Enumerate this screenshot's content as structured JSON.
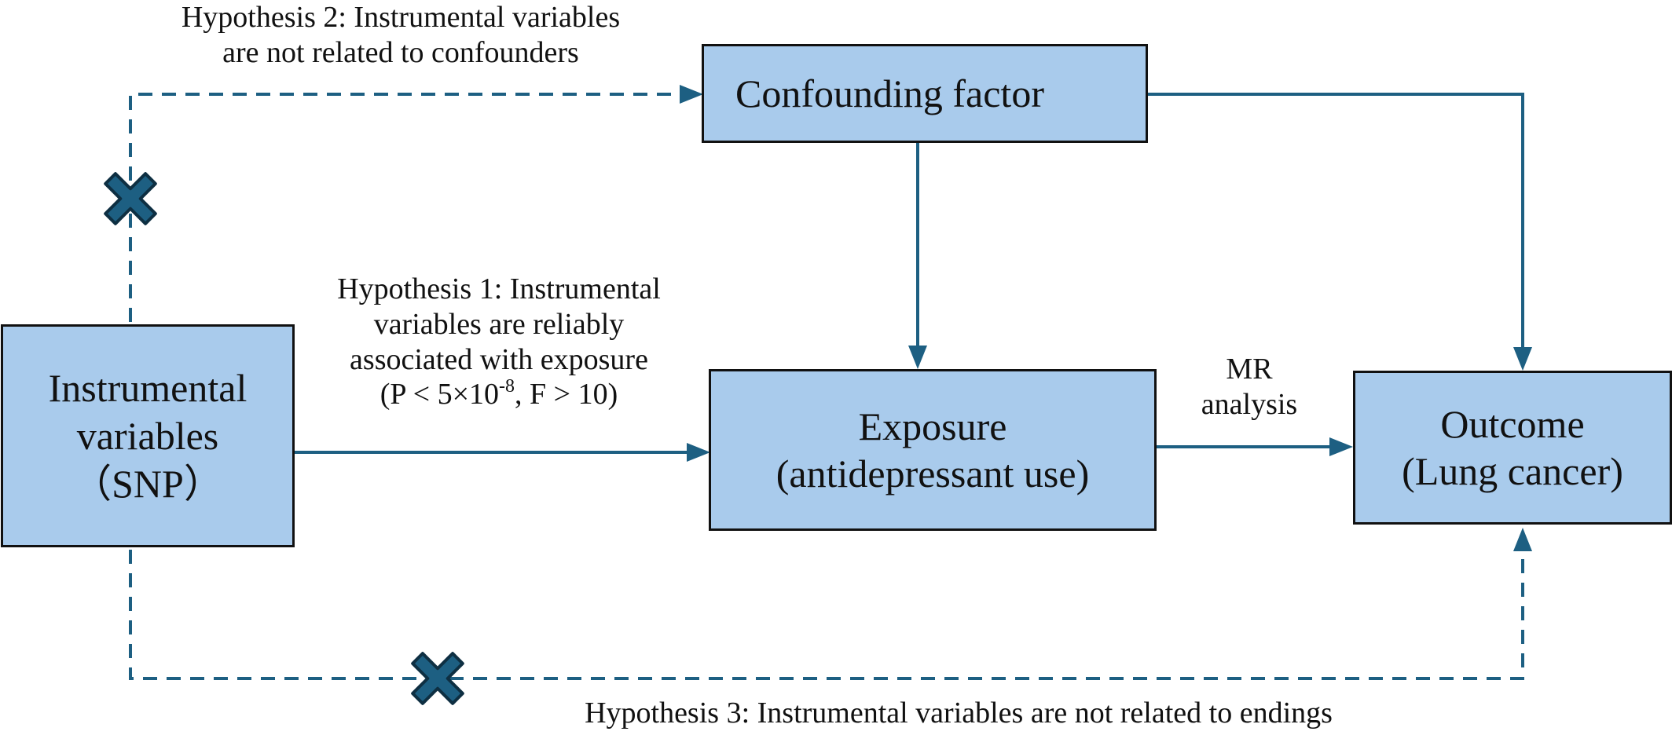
{
  "boxes": {
    "instrumental": {
      "line1": "Instrumental",
      "line2": "variables",
      "line3": "（SNP）"
    },
    "confounding": {
      "label": "Confounding factor"
    },
    "exposure": {
      "line1": "Exposure",
      "line2": "(antidepressant use)"
    },
    "outcome": {
      "line1": "Outcome",
      "line2": "(Lung cancer)"
    }
  },
  "labels": {
    "hypothesis2": {
      "line1": "Hypothesis 2: Instrumental variables",
      "line2": "are not related to confounders"
    },
    "hypothesis1": {
      "line1": "Hypothesis 1: Instrumental",
      "line2": "variables are reliably",
      "line3": "associated with exposure",
      "line4_pre": "(P < 5×10",
      "line4_sup": "-8",
      "line4_post": ", F > 10)"
    },
    "mr": {
      "line1": "MR",
      "line2": "analysis"
    },
    "hypothesis3": "Hypothesis 3: Instrumental variables are not related to endings"
  },
  "colors": {
    "box_fill": "#a9cbec",
    "box_border": "#111111",
    "arrow": "#1d5f82",
    "cross": "#1d5f82",
    "cross_outline": "#0e2f42"
  },
  "icons": [
    "cross-icon",
    "arrowhead-icon"
  ]
}
